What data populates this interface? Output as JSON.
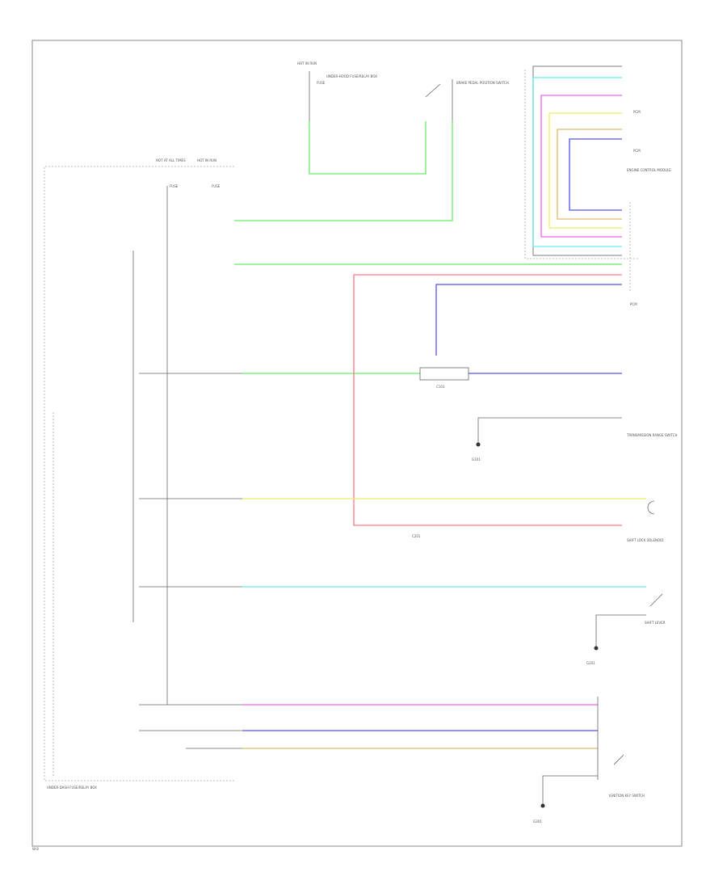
{
  "page": {
    "footer_code": "W-8"
  },
  "colors": {
    "green": "#66ee66",
    "pink": "#ff7788",
    "blue": "#5555ee",
    "yellow": "#eeee66",
    "cyan": "#66eeee",
    "magenta": "#ee66ee",
    "tan": "#ddbb66",
    "gray": "#666666"
  },
  "labels": {
    "hot_run_top": "HOT IN RUN",
    "hot_at_all_times": "HOT AT ALL TIMES",
    "hot_in_run": "HOT IN RUN",
    "fuse_a": "FUSE",
    "fuse_b": "FUSE",
    "fuse_c": "FUSE",
    "underhood_box": "UNDER-HOOD FUSE/RELAY BOX",
    "brake_pedal_switch": "BRAKE PEDAL POSITION SWITCH",
    "pcm_a": "PCM",
    "pcm_b": "PCM",
    "engine_control": "ENGINE CONTROL MODULE",
    "pcm_c": "PCM",
    "transmission_range": "TRANSMISSION RANGE SWITCH",
    "g101": "G101",
    "g201": "G201",
    "g301": "G301",
    "shift_lock": "SHIFT LOCK SOLENOID",
    "shift_lever": "SHIFT LEVER",
    "ignition_switch": "IGNITION KEY SWITCH",
    "bottom_box": "UNDER-DASH FUSE/RELAY BOX",
    "c101": "C101",
    "c201": "C201"
  }
}
